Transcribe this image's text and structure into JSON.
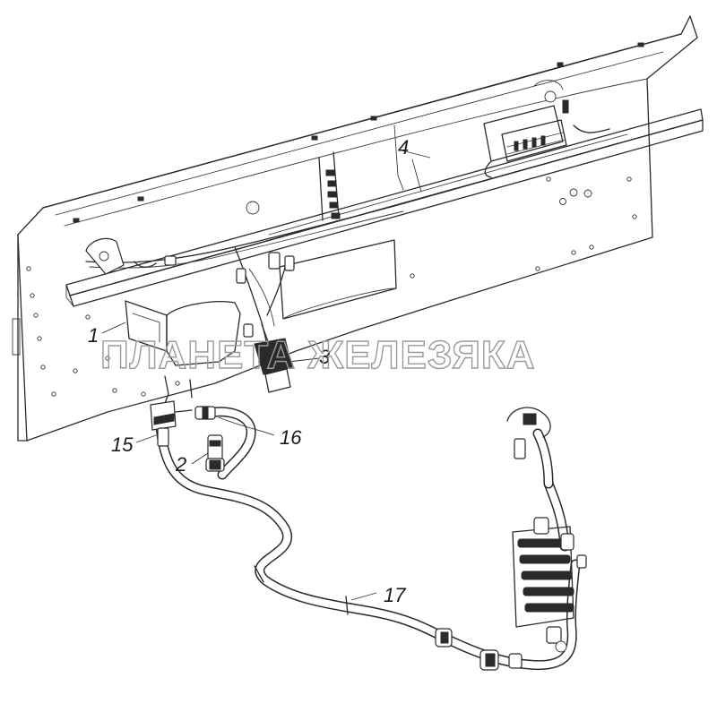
{
  "watermark": "ПЛАНЕТА ЖЕЛЕЗЯКА",
  "callouts": {
    "c1": "1",
    "c2": "2",
    "c3": "3",
    "c4": "4",
    "c15": "15",
    "c16": "16",
    "c17": "17"
  }
}
